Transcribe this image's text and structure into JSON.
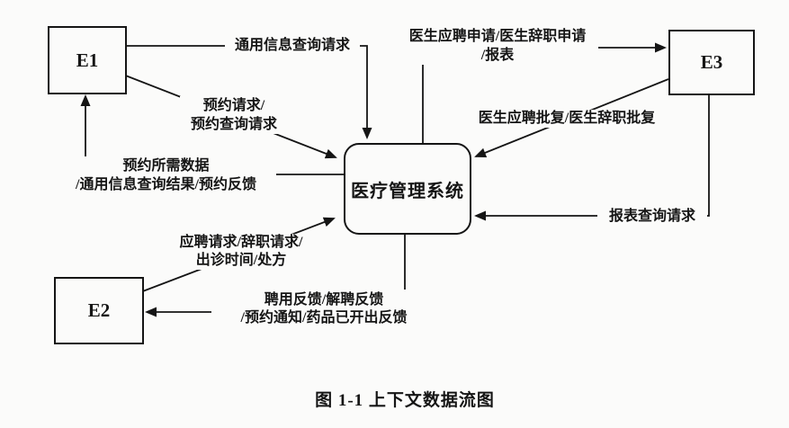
{
  "page": {
    "background": "#fbfbfa",
    "ink": "#151515"
  },
  "diagram": {
    "entities": {
      "e1": {
        "label": "E1"
      },
      "e2": {
        "label": "E2"
      },
      "e3": {
        "label": "E3"
      },
      "system": {
        "label": "医疗管理系统"
      }
    },
    "flows": {
      "e1_query": {
        "label": "通用信息查询请求"
      },
      "e1_booking": {
        "line1": "预约请求/",
        "line2": "预约查询请求"
      },
      "to_e1": {
        "line1": "预约所需数据",
        "line2": "/通用信息查询结果/预约反馈"
      },
      "e2_apply": {
        "line1": "应聘请求/辞职请求/",
        "line2": "出诊时间/处方"
      },
      "to_e2": {
        "line1": "聘用反馈/解聘反馈",
        "line2": "/预约通知/药品已开出反馈"
      },
      "to_e3": {
        "line1": "医生应聘申请/医生辞职申请",
        "line2": "/报表"
      },
      "e3_approve": {
        "label": "医生应聘批复/医生辞职批复"
      },
      "e3_report": {
        "label": "报表查询请求"
      }
    },
    "caption": "图 1-1 上下文数据流图"
  }
}
